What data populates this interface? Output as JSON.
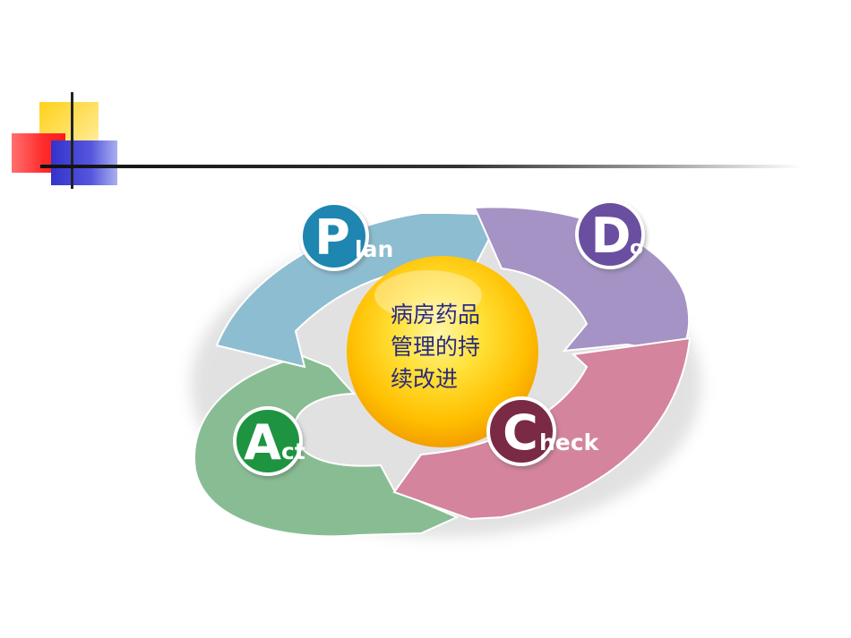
{
  "stages": [
    {
      "id": "plan",
      "initial": "P",
      "rest": "lan",
      "color": "#1e86b0",
      "segment_color": "#8dbdd1"
    },
    {
      "id": "do",
      "initial": "D",
      "rest": "o",
      "color": "#6a4fa0",
      "segment_color": "#a493c4"
    },
    {
      "id": "check",
      "initial": "C",
      "rest": "heck",
      "color": "#7a2a45",
      "segment_color": "#d4849d"
    },
    {
      "id": "act",
      "initial": "A",
      "rest": "ct",
      "color": "#1e9440",
      "segment_color": "#88bd93"
    }
  ],
  "center": {
    "lines": [
      "病房药品",
      "管理的持",
      "续改进"
    ],
    "text_color": "#2a2a80"
  }
}
